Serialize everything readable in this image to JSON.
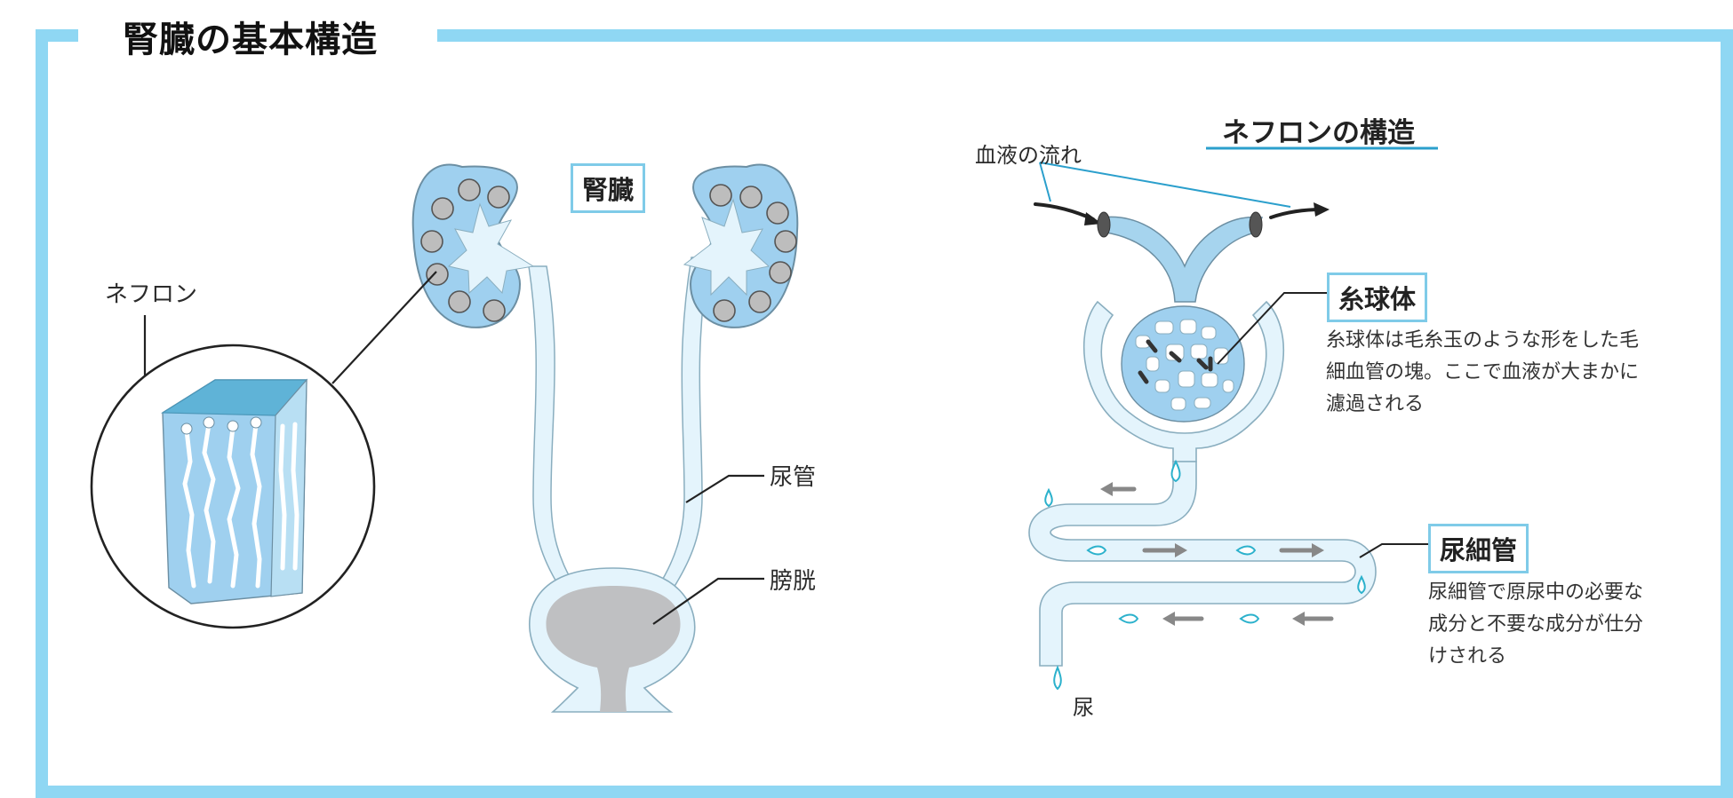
{
  "title": "腎臓の基本構造",
  "kidney": {
    "label": "腎臓",
    "nephron_label": "ネフロン",
    "ureter_label": "尿管",
    "bladder_label": "膀胱"
  },
  "nephron": {
    "title": "ネフロンの構造",
    "blood_flow": "血液の流れ",
    "glomerulus": {
      "label": "糸球体",
      "description_lines": [
        "糸球体は毛糸玉のような形をした毛",
        "細血管の塊。ここで血液が大まかに",
        "濾過される"
      ]
    },
    "tubule": {
      "label": "尿細管",
      "description_lines": [
        "尿細管で原尿中の必要な",
        "成分と不要な成分が仕分",
        "けされる"
      ]
    },
    "urine_label": "尿"
  },
  "colors": {
    "frame": "#8fd7f3",
    "kidney_fill": "#9fd0ef",
    "light_fill": "#e4f4fc",
    "outline": "#8aaebf",
    "circle": "#bdbdbd",
    "bladder_inner": "#bfc0c2",
    "accent_line": "#2b9fcc"
  }
}
